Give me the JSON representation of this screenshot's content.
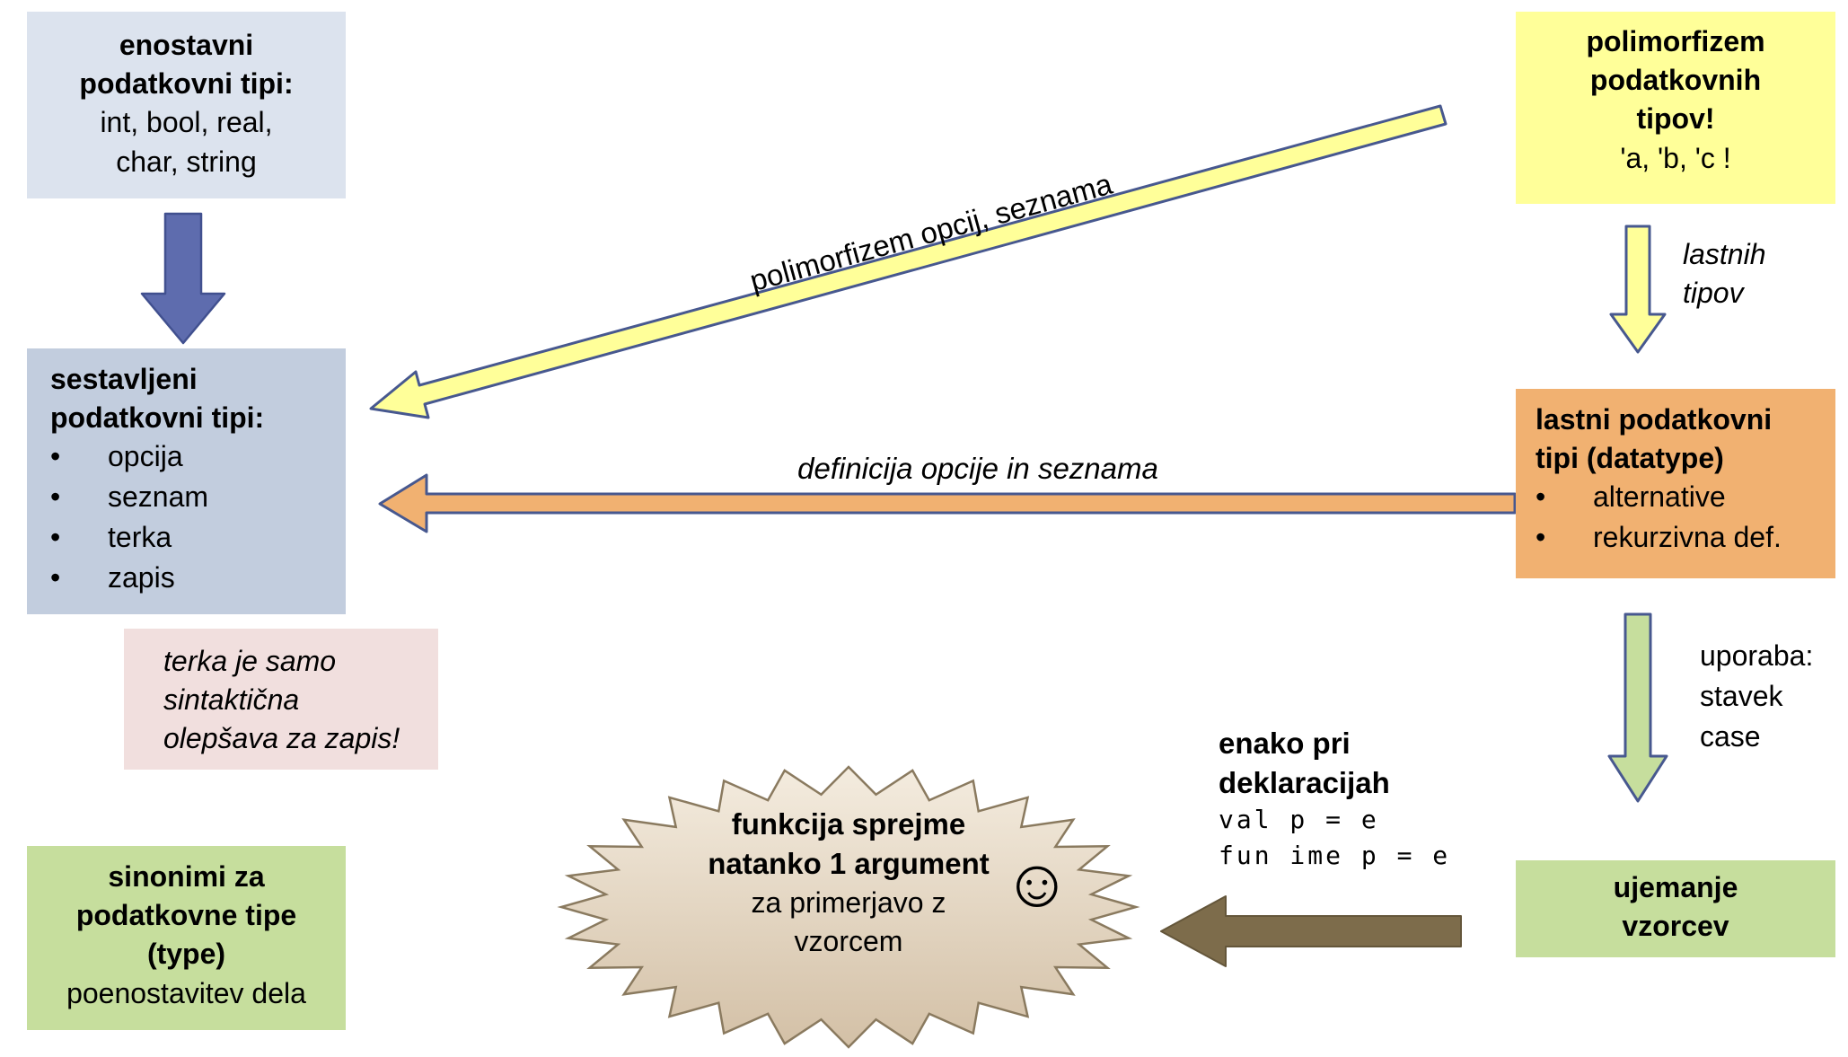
{
  "boxes": {
    "simple": {
      "title": "enostavni\npodatkovni tipi:",
      "body": "int, bool, real,\nchar, string"
    },
    "composite": {
      "title": "sestavljeni\npodatkovni tipi:",
      "items": [
        "opcija",
        "seznam",
        "terka",
        "zapis"
      ]
    },
    "note": {
      "text": "terka je samo\nsintaktična\nolepšava za zapis!"
    },
    "synonyms": {
      "title": "sinonimi za\npodatkovne tipe\n(type)",
      "body": "poenostavitev dela"
    },
    "polymorphism": {
      "title": "polimorfizem\npodatkovnih\ntipov!",
      "body": "'a, 'b, 'c !"
    },
    "datatype": {
      "title": "lastni podatkovni\ntipi (datatype)",
      "items": [
        "alternative",
        "rekurzivna def."
      ]
    },
    "matching": {
      "title": "ujemanje\nvzorcev"
    }
  },
  "arrow_labels": {
    "diagonal": "polimorfizem opcij, seznama",
    "definition": "definicija opcije in seznama",
    "own_types": "lastnih\ntipov",
    "usage": "uporaba:\nstavek\ncase"
  },
  "declarations": {
    "title": "enako pri\ndeklaracijah",
    "code_line1": "val p = e",
    "code_line2": "fun ime p = e"
  },
  "starburst": {
    "bold_text": "funkcija sprejme\nnatanko 1 argument",
    "regular_text": "za primerjavo z\nvzorcem",
    "smiley": "☺"
  },
  "colors": {
    "simple_box": "#dce3ee",
    "composite_box": "#c2cdde",
    "note_box": "#f1dfde",
    "green_box": "#c6de9d",
    "yellow": "#ffff99",
    "orange": "#f1b171",
    "blue_arrow": "#5e6cae",
    "arrow_border": "#47588f",
    "brown_arrow": "#7d6c4b",
    "burst_fill_light": "#f4ecdf",
    "burst_fill_dark": "#d3c0a6"
  }
}
